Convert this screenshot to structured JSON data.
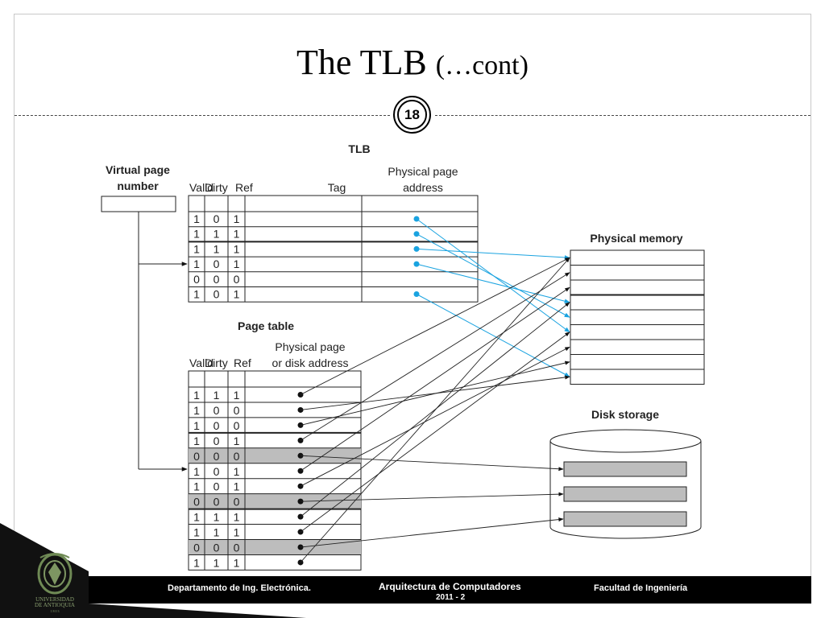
{
  "slide": {
    "title_main": "The TLB",
    "title_cont": "(…cont)",
    "page_number": "18"
  },
  "footer": {
    "left": "Departamento de Ing. Electrónica.",
    "center_line1": "Arquitectura de Computadores",
    "center_line2": "2011 - 2",
    "right": "Facultad de Ingeniería"
  },
  "logo": {
    "name_line1": "UNIVERSIDAD",
    "name_line2": "DE ANTIOQUIA",
    "year": "1 8 0 3"
  },
  "diagram": {
    "tlb_label": "TLB",
    "virtual_page_label": [
      "Virtual page",
      "number"
    ],
    "tlb_headers": {
      "valid": "Valid",
      "dirty": "Dirty",
      "ref": "Ref",
      "tag": "Tag",
      "phys": [
        "Physical page",
        "address"
      ]
    },
    "tlb_rows": [
      {
        "v": "1",
        "d": "0",
        "r": "1",
        "dot": true
      },
      {
        "v": "1",
        "d": "1",
        "r": "1",
        "dot": true
      },
      {
        "v": "1",
        "d": "1",
        "r": "1",
        "dot": true
      },
      {
        "v": "1",
        "d": "0",
        "r": "1",
        "dot": true
      },
      {
        "v": "0",
        "d": "0",
        "r": "0",
        "dot": false
      },
      {
        "v": "1",
        "d": "0",
        "r": "1",
        "dot": true
      }
    ],
    "page_table_label": "Page table",
    "pt_headers": {
      "valid": "Valid",
      "dirty": "Dirty",
      "ref": "Ref",
      "phys": [
        "Physical page",
        "or disk address"
      ]
    },
    "pt_rows": [
      {
        "v": "1",
        "d": "1",
        "r": "1",
        "shaded": false
      },
      {
        "v": "1",
        "d": "0",
        "r": "0",
        "shaded": false
      },
      {
        "v": "1",
        "d": "0",
        "r": "0",
        "shaded": false
      },
      {
        "v": "1",
        "d": "0",
        "r": "1",
        "shaded": false
      },
      {
        "v": "0",
        "d": "0",
        "r": "0",
        "shaded": true
      },
      {
        "v": "1",
        "d": "0",
        "r": "1",
        "shaded": false
      },
      {
        "v": "1",
        "d": "0",
        "r": "1",
        "shaded": false
      },
      {
        "v": "0",
        "d": "0",
        "r": "0",
        "shaded": true
      },
      {
        "v": "1",
        "d": "1",
        "r": "1",
        "shaded": false
      },
      {
        "v": "1",
        "d": "1",
        "r": "1",
        "shaded": false
      },
      {
        "v": "0",
        "d": "0",
        "r": "0",
        "shaded": true
      },
      {
        "v": "1",
        "d": "1",
        "r": "1",
        "shaded": false
      }
    ],
    "physical_memory_label": "Physical memory",
    "disk_storage_label": "Disk storage",
    "tlb_links": [
      [
        0,
        5
      ],
      [
        1,
        4
      ],
      [
        2,
        0
      ],
      [
        3,
        3
      ],
      [
        5,
        8
      ]
    ],
    "pt_links_memory": [
      [
        0,
        0
      ],
      [
        1,
        8
      ],
      [
        2,
        7
      ],
      [
        3,
        1
      ],
      [
        5,
        2
      ],
      [
        6,
        6
      ],
      [
        8,
        3
      ],
      [
        9,
        5
      ],
      [
        11,
        0
      ]
    ],
    "pt_links_disk": [
      [
        4,
        0
      ],
      [
        7,
        1
      ],
      [
        10,
        2
      ]
    ],
    "colors": {
      "tlb_link": "#1aa3e0",
      "shade": "#bdbdbd"
    }
  }
}
